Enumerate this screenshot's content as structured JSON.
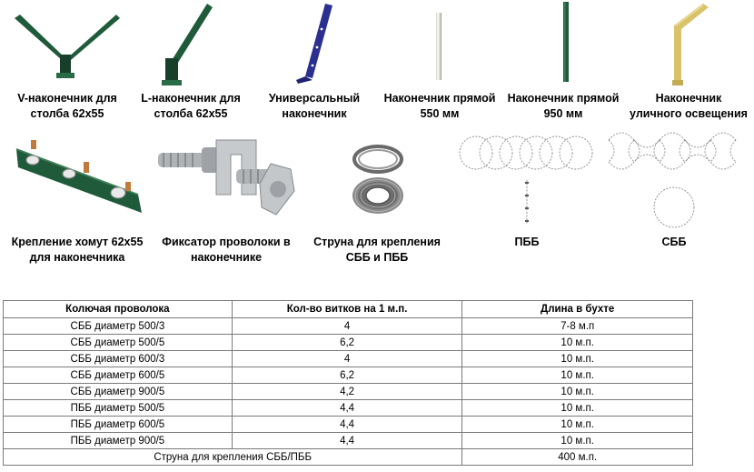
{
  "products": [
    {
      "name": "v-tip",
      "label_l1": "V-наконечник для",
      "label_l2": "столба 62x55"
    },
    {
      "name": "l-tip",
      "label_l1": "L-наконечник для",
      "label_l2": "столба 62x55"
    },
    {
      "name": "universal-tip",
      "label_l1": "Универсальный",
      "label_l2": "наконечник"
    },
    {
      "name": "straight-tip-550",
      "label_l1": "Наконечник прямой",
      "label_l2": "550 мм"
    },
    {
      "name": "straight-tip-950",
      "label_l1": "Наконечник прямой",
      "label_l2": "950 мм"
    },
    {
      "name": "streetlight-tip",
      "label_l1": "Наконечник",
      "label_l2": "уличного освещения"
    },
    {
      "name": "clamp-mount",
      "label_l1": "Крепление хомут 62x55",
      "label_l2": "для наконечника"
    },
    {
      "name": "wire-fixator",
      "label_l1": "Фиксатор проволоки в",
      "label_l2": "наконечнике"
    },
    {
      "name": "string",
      "label_l1": "Струна для крепления",
      "label_l2": "СББ и ПББ"
    },
    {
      "name": "pbb",
      "label_l1": "ПББ",
      "label_l2": ""
    },
    {
      "name": "sbb",
      "label_l1": "СББ",
      "label_l2": ""
    }
  ],
  "table": {
    "headers": [
      "Колючая проволока",
      "Кол-во витков на 1 м.п.",
      "Длина в бухте"
    ],
    "rows": [
      [
        "СББ диаметр 500/3",
        "4",
        "7-8 м.п"
      ],
      [
        "СББ диаметр 500/5",
        "6,2",
        "10 м.п."
      ],
      [
        "СББ диаметр 600/3",
        "4",
        "10 м.п."
      ],
      [
        "СББ диаметр 600/5",
        "6,2",
        "10 м.п."
      ],
      [
        "СББ диаметр 900/5",
        "4,2",
        "10 м.п."
      ],
      [
        "ПББ диаметр 500/5",
        "4,4",
        "10 м.п."
      ],
      [
        "ПББ диаметр 600/5",
        "4,4",
        "10 м.п."
      ],
      [
        "ПББ диаметр 900/5",
        "4,4",
        "10 м.п."
      ]
    ],
    "footer": [
      "Струна для крепления СББ/ПББ",
      "400 м.п."
    ]
  },
  "colors": {
    "post_green": "#1f5a3a",
    "post_blue": "#2b2f8f",
    "post_yellow": "#d9c36a",
    "wire": "#555555"
  }
}
